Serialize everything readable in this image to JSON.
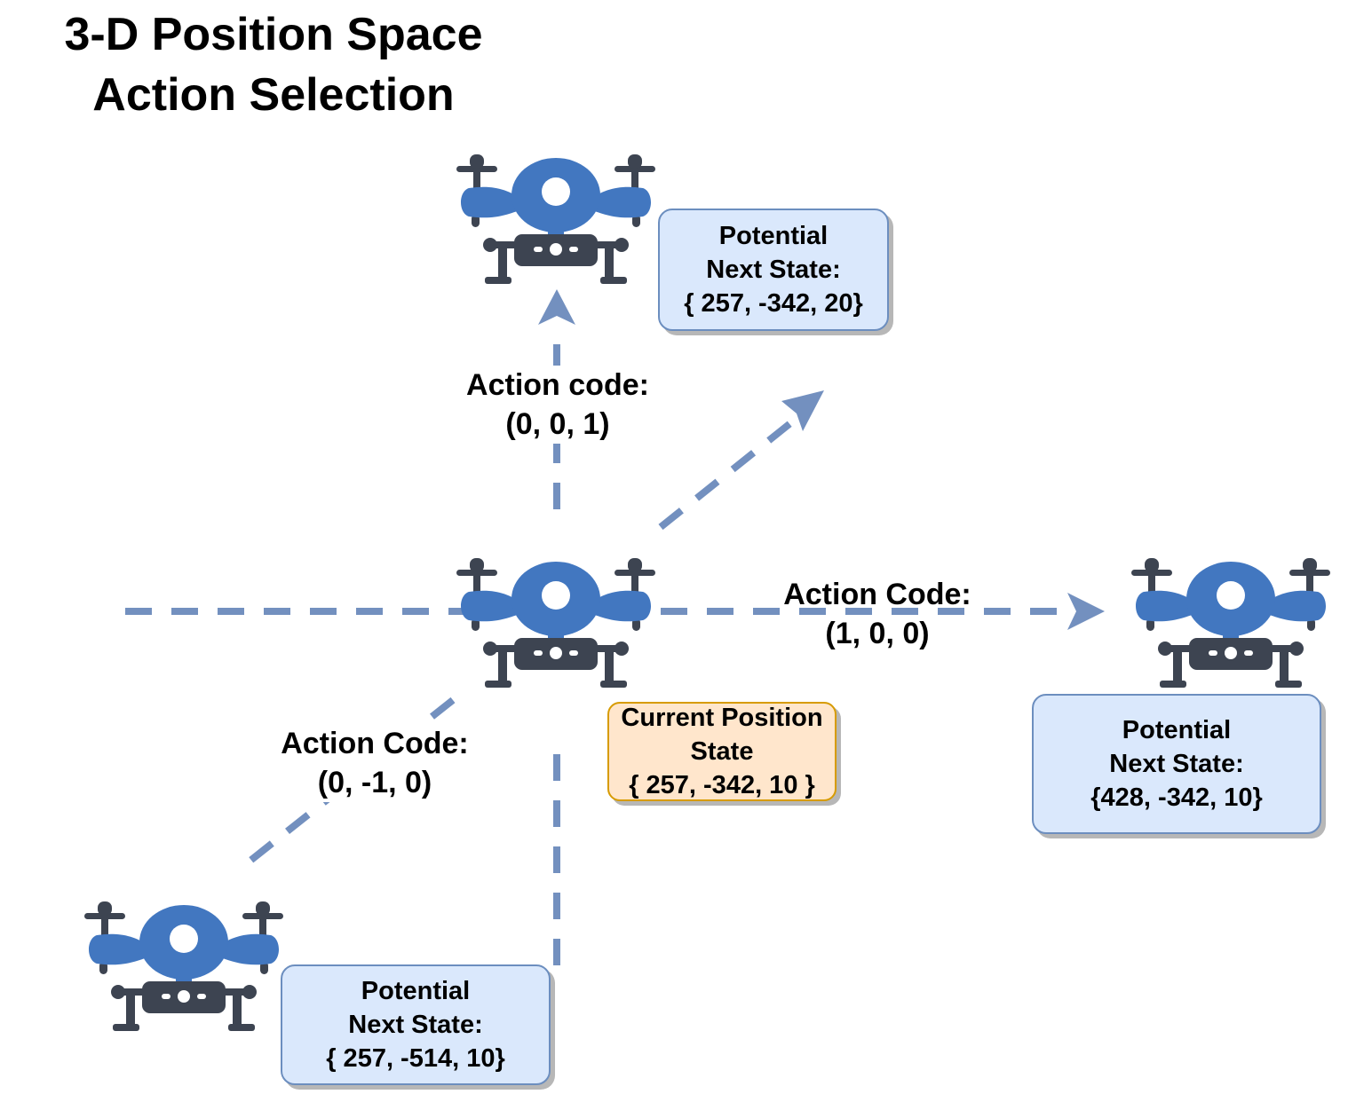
{
  "title": {
    "line1": "3-D Position Space",
    "line2": "Action Selection"
  },
  "states": {
    "current": {
      "line1": "Current Position",
      "line2": "State",
      "line3": "{ 257, -342, 10 }"
    },
    "up": {
      "line1": "Potential",
      "line2": "Next State:",
      "line3": "{ 257, -342, 20}"
    },
    "right": {
      "line1": "Potential",
      "line2": "Next State:",
      "line3": "{428, -342, 10}"
    },
    "down": {
      "line1": "Potential",
      "line2": "Next State:",
      "line3": "{ 257, -514, 10}"
    }
  },
  "actions": {
    "up": {
      "line1": "Action code:",
      "line2": "(0, 0, 1)"
    },
    "right": {
      "line1": "Action Code:",
      "line2": "(1, 0, 0)"
    },
    "down": {
      "line1": "Action Code:",
      "line2": "(0, -1, 0)"
    }
  },
  "colors": {
    "drone_body": "#4277c0",
    "drone_base": "#3d4451",
    "arrow": "#7390bf",
    "state_box_fill": "#dae8fc",
    "state_box_border": "#6c8ebf",
    "current_box_fill": "#ffe6cc",
    "current_box_border": "#d79b00"
  },
  "icons": [
    "drone-icon"
  ]
}
